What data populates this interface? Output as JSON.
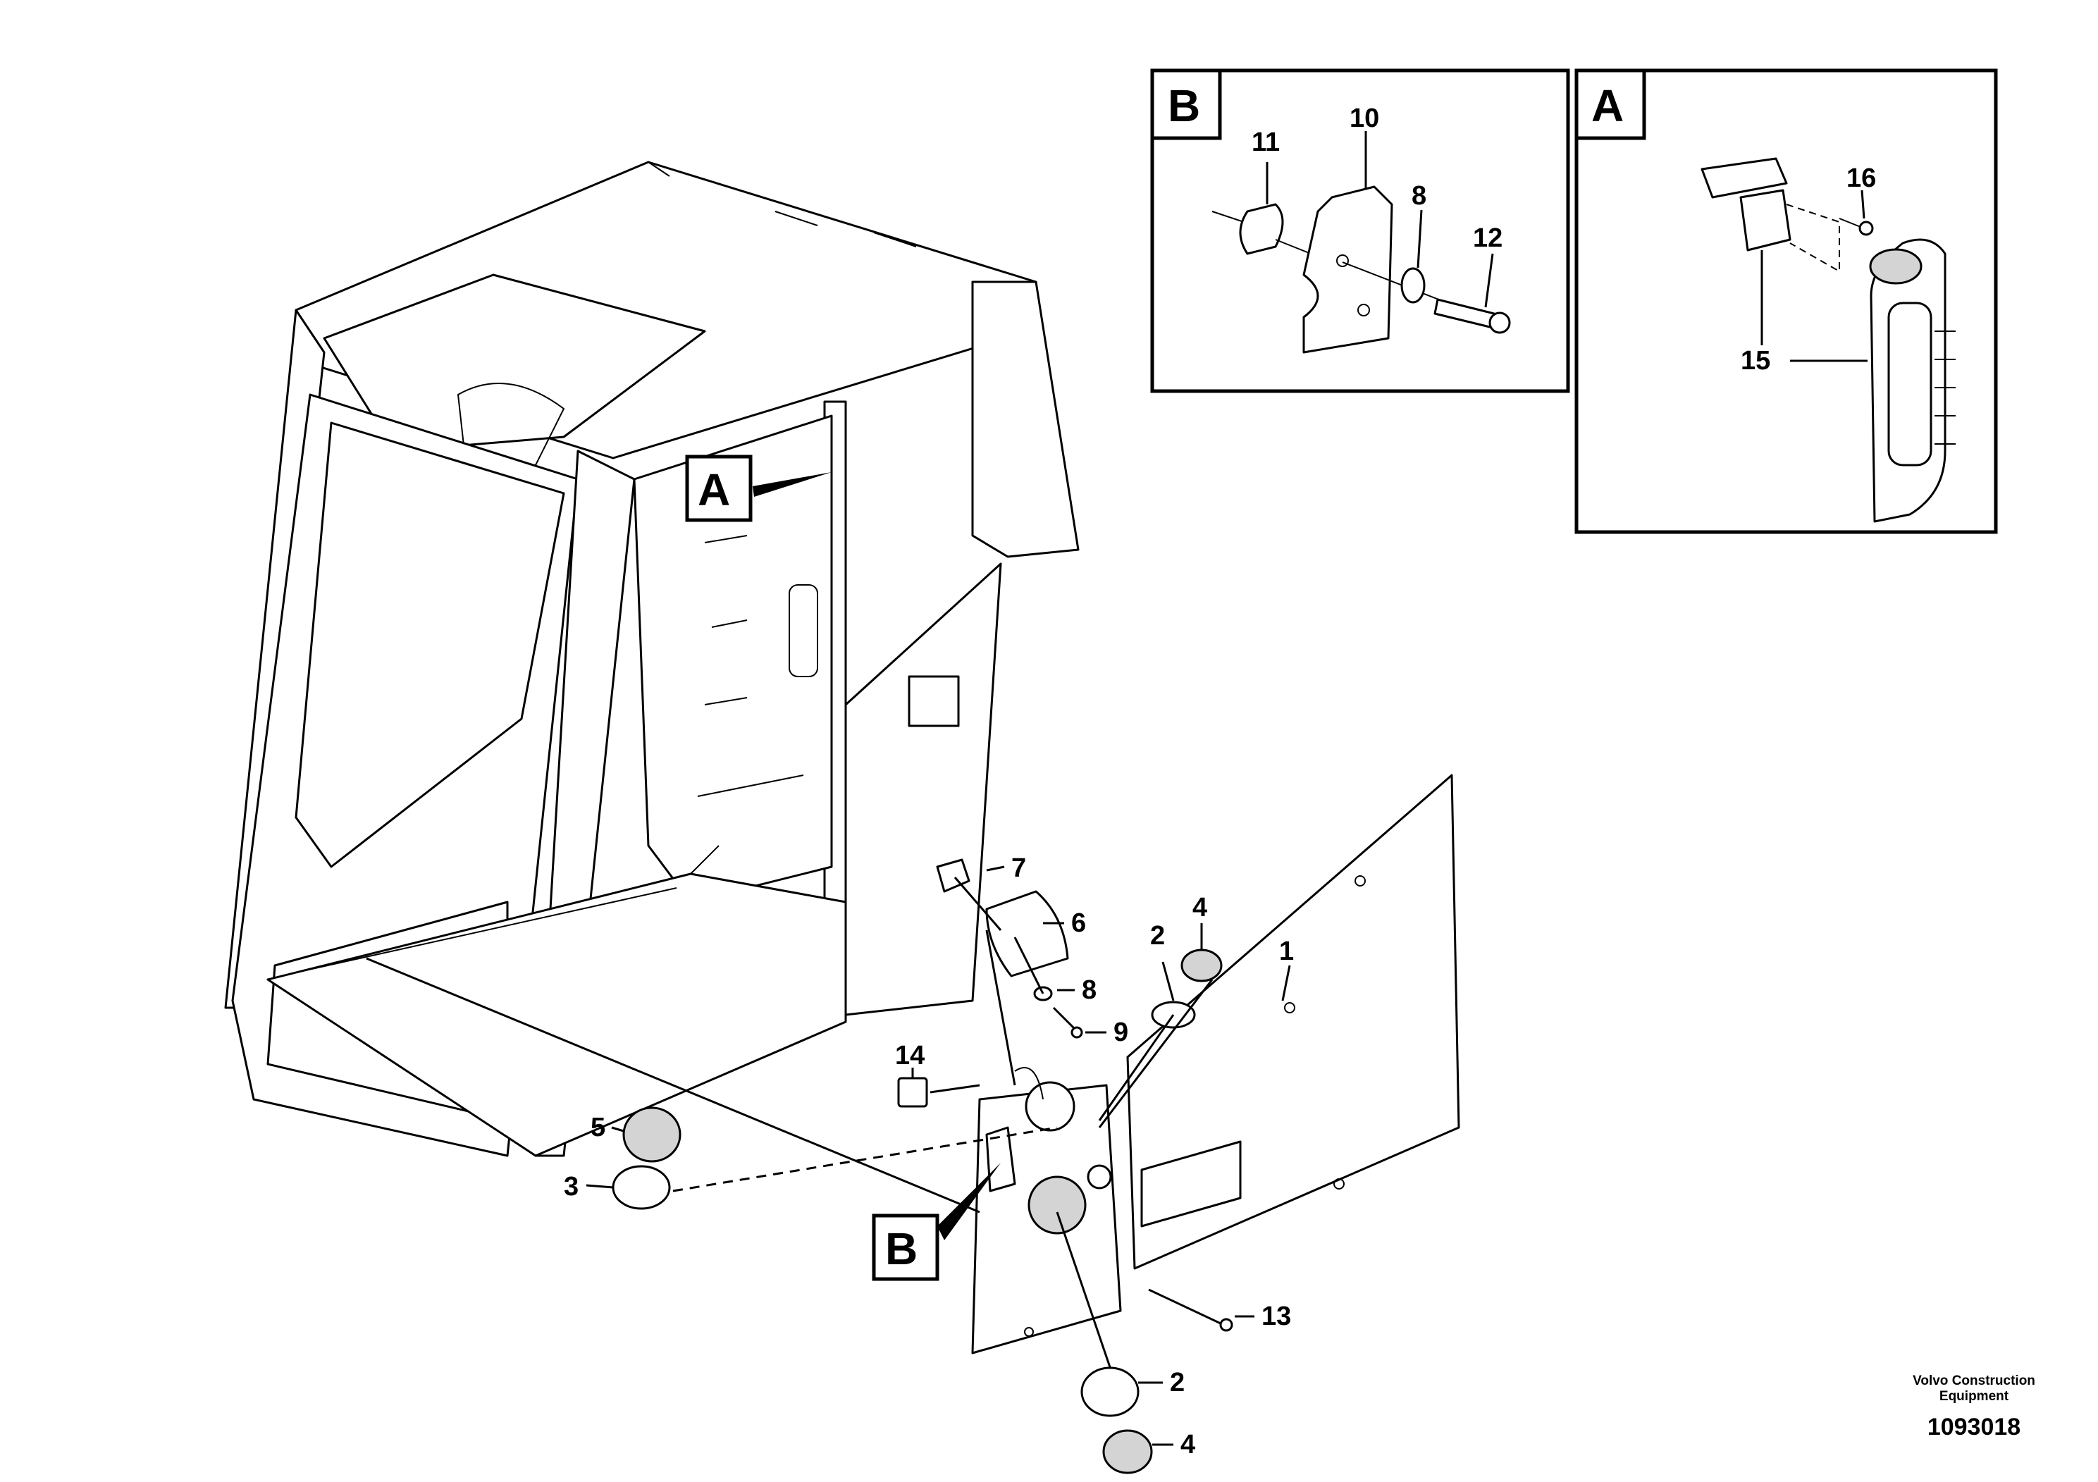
{
  "callouts": {
    "c1": "1",
    "c2a": "2",
    "c2b": "2",
    "c3": "3",
    "c4a": "4",
    "c4b": "4",
    "c5": "5",
    "c6": "6",
    "c7": "7",
    "c8a": "8",
    "c8b": "8",
    "c9": "9",
    "c10": "10",
    "c11": "11",
    "c12": "12",
    "c13": "13",
    "c14": "14",
    "c15": "15",
    "c16": "16"
  },
  "detail_views": {
    "a": "A",
    "b": "B"
  },
  "footer": {
    "credit_line1": "Volvo Construction",
    "credit_line2": "Equipment",
    "document_number": "1093018"
  }
}
